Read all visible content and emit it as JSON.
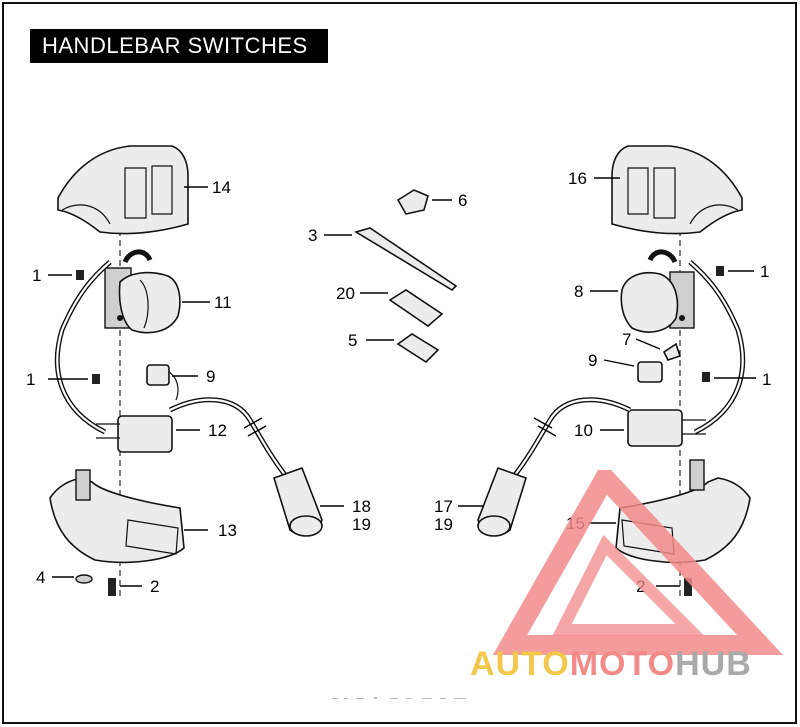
{
  "title": "HANDLEBAR SWITCHES",
  "callouts": {
    "left_14": "14",
    "left_1a": "1",
    "left_11": "11",
    "left_1b": "1",
    "left_9": "9",
    "left_12": "12",
    "left_13": "13",
    "left_4": "4",
    "left_2": "2",
    "left_18": "18",
    "left_19": "19",
    "center_6": "6",
    "center_3": "3",
    "center_20": "20",
    "center_5": "5",
    "right_16": "16",
    "right_1a": "1",
    "right_8": "8",
    "right_7": "7",
    "right_9": "9",
    "right_1b": "1",
    "right_10": "10",
    "right_17": "17",
    "right_19": "19",
    "right_15": "15",
    "right_2": "2"
  },
  "watermark": {
    "part1": "AUTO",
    "part2": "MOTO",
    "part3": "HUB",
    "colors": {
      "yellow": "#f3c74c",
      "red": "#f28a8a",
      "gray": "#a9a9a9"
    }
  }
}
